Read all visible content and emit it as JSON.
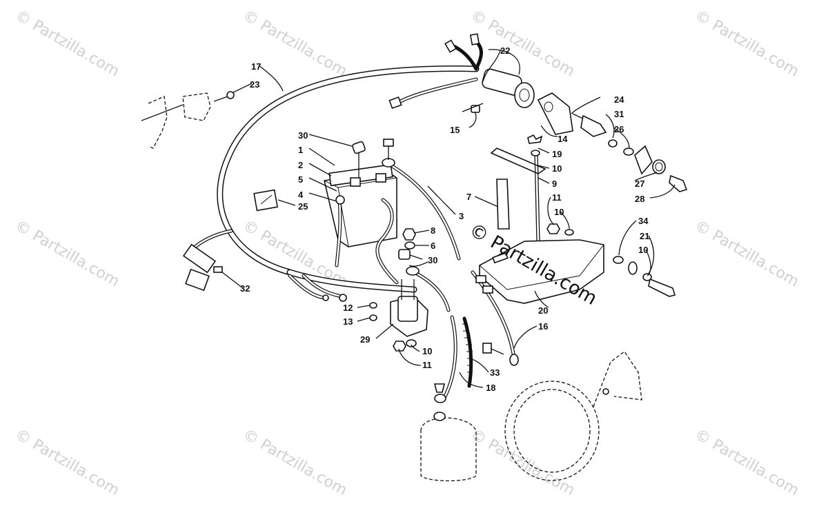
{
  "watermark": {
    "text": "© Partzilla.com"
  },
  "callouts": [
    {
      "id": "c1",
      "label": "1"
    },
    {
      "id": "c2",
      "label": "2"
    },
    {
      "id": "c3",
      "label": "3"
    },
    {
      "id": "c4",
      "label": "4"
    },
    {
      "id": "c5",
      "label": "5"
    },
    {
      "id": "c6",
      "label": "6"
    },
    {
      "id": "c7",
      "label": "7"
    },
    {
      "id": "c8",
      "label": "8"
    },
    {
      "id": "c9",
      "label": "9"
    },
    {
      "id": "c10a",
      "label": "10"
    },
    {
      "id": "c10b",
      "label": "10"
    },
    {
      "id": "c10c",
      "label": "10"
    },
    {
      "id": "c10d",
      "label": "10"
    },
    {
      "id": "c11a",
      "label": "11"
    },
    {
      "id": "c11b",
      "label": "11"
    },
    {
      "id": "c12",
      "label": "12"
    },
    {
      "id": "c13",
      "label": "13"
    },
    {
      "id": "c14",
      "label": "14"
    },
    {
      "id": "c15",
      "label": "15"
    },
    {
      "id": "c16",
      "label": "16"
    },
    {
      "id": "c17",
      "label": "17"
    },
    {
      "id": "c18",
      "label": "18"
    },
    {
      "id": "c19",
      "label": "19"
    },
    {
      "id": "c20",
      "label": "20"
    },
    {
      "id": "c21",
      "label": "21"
    },
    {
      "id": "c22",
      "label": "22"
    },
    {
      "id": "c23",
      "label": "23"
    },
    {
      "id": "c24",
      "label": "24"
    },
    {
      "id": "c25",
      "label": "25"
    },
    {
      "id": "c26",
      "label": "26"
    },
    {
      "id": "c27",
      "label": "27"
    },
    {
      "id": "c28",
      "label": "28"
    },
    {
      "id": "c29",
      "label": "29"
    },
    {
      "id": "c30a",
      "label": "30"
    },
    {
      "id": "c30b",
      "label": "30"
    },
    {
      "id": "c31",
      "label": "31"
    },
    {
      "id": "c32",
      "label": "32"
    },
    {
      "id": "c33",
      "label": "33"
    },
    {
      "id": "c34",
      "label": "34"
    }
  ]
}
